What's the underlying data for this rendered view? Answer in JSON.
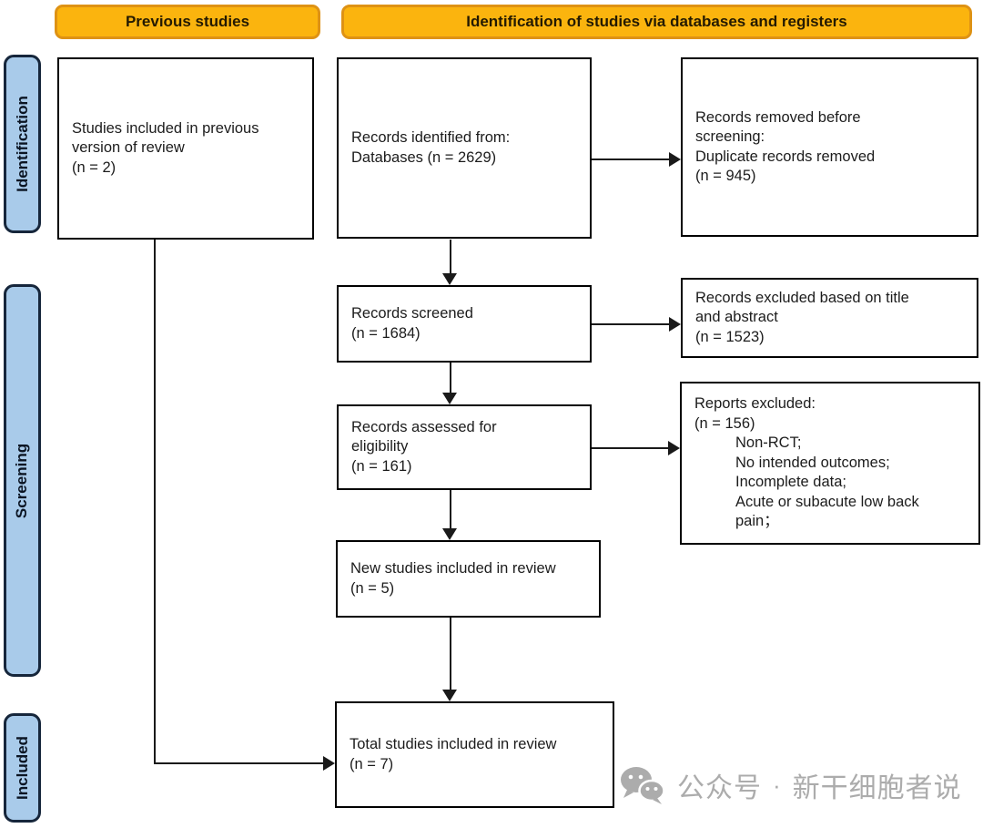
{
  "colors": {
    "header_fill": "#FBB40E",
    "header_border": "#DE9214",
    "sidebar_fill": "#A9CBEA",
    "sidebar_border": "#16263B",
    "box_border": "#000000",
    "arrow": "#1A1A1A",
    "watermark_gray": "#ACACAC"
  },
  "headers": {
    "previous_studies": "Previous studies",
    "identification_via_databases": "Identification of studies via databases and registers"
  },
  "sidebar": {
    "identification": "Identification",
    "screening": "Screening",
    "included": "Included"
  },
  "boxes": {
    "previous_version": {
      "lines": [
        "Studies included in previous",
        "version of review",
        "(n = 2)"
      ]
    },
    "records_identified": {
      "lines": [
        "Records identified from:",
        "Databases (n = 2629)"
      ]
    },
    "records_removed": {
      "lines": [
        "Records removed before",
        "screening:",
        "Duplicate records removed",
        "(n = 945)"
      ]
    },
    "records_screened": {
      "lines": [
        "Records screened",
        "(n = 1684)"
      ]
    },
    "records_excluded_title_abstract": {
      "lines": [
        "Records excluded based on title",
        "and abstract",
        "(n = 1523)"
      ]
    },
    "records_assessed": {
      "lines": [
        "Records assessed for",
        "eligibility",
        "(n = 161)"
      ]
    },
    "reports_excluded": {
      "lines": [
        "Reports excluded:",
        "(n = 156)"
      ],
      "reasons": [
        "Non-RCT;",
        "No intended outcomes;",
        "Incomplete data;",
        "Acute or subacute low back",
        "pain；"
      ]
    },
    "new_studies": {
      "lines": [
        "New studies included in review",
        "(n = 5)"
      ]
    },
    "total_studies": {
      "lines": [
        "Total studies included in review",
        "(n = 7)"
      ]
    }
  },
  "watermark": {
    "icon": "wechat-icon",
    "platform": "公众号",
    "separator": "·",
    "account": "新干细胞者说"
  }
}
